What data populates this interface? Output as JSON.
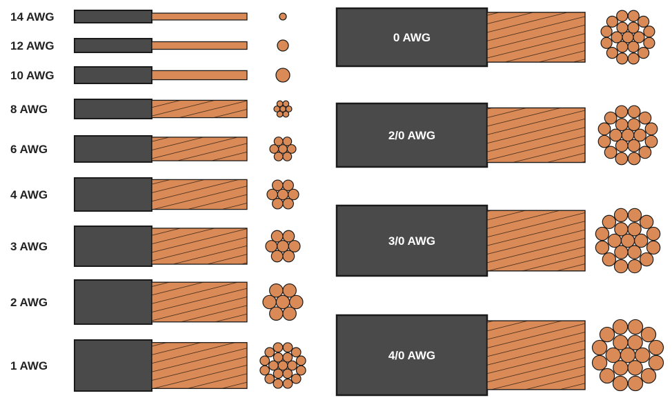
{
  "colors": {
    "jacket": "#4a4a4a",
    "copper": "#d98a56",
    "outline": "#1a1a1a",
    "label_dark": "#222222",
    "label_light": "#ffffff"
  },
  "left_column": {
    "gauges": [
      {
        "label": "14 AWG",
        "conductor": "solid"
      },
      {
        "label": "12 AWG",
        "conductor": "solid"
      },
      {
        "label": "10 AWG",
        "conductor": "solid"
      },
      {
        "label": "8 AWG",
        "conductor": "stranded",
        "strands": 7
      },
      {
        "label": "6 AWG",
        "conductor": "stranded",
        "strands": 7
      },
      {
        "label": "4 AWG",
        "conductor": "stranded",
        "strands": 7
      },
      {
        "label": "3 AWG",
        "conductor": "stranded",
        "strands": 7
      },
      {
        "label": "2 AWG",
        "conductor": "stranded",
        "strands": 7
      },
      {
        "label": "1 AWG",
        "conductor": "stranded",
        "strands": 19
      }
    ]
  },
  "right_column": {
    "gauges": [
      {
        "label": "0 AWG",
        "conductor": "stranded",
        "strands": 19
      },
      {
        "label": "2/0 AWG",
        "conductor": "stranded",
        "strands": 19
      },
      {
        "label": "3/0 AWG",
        "conductor": "stranded",
        "strands": 19
      },
      {
        "label": "4/0 AWG",
        "conductor": "stranded",
        "strands": 19
      }
    ]
  }
}
